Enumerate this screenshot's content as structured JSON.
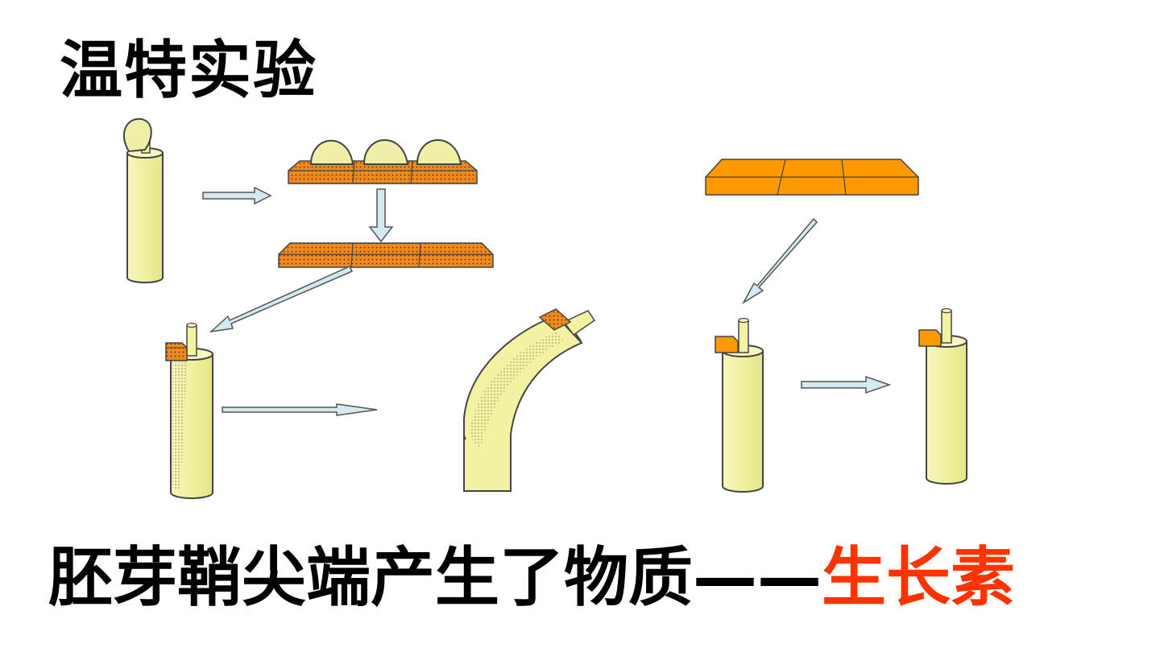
{
  "title": "温特实验",
  "conclusion": {
    "prefix": "胚芽鞘尖端产生了物质——",
    "highlight": "生长素"
  },
  "colors": {
    "coleoptile": "#f2f2a2",
    "coleoptile_stroke": "#444444",
    "agar_treated": "#ef8a1f",
    "agar_plain": "#ff9900",
    "arrow_fill": "#d3eaf0",
    "highlight_text": "#ff3300"
  }
}
